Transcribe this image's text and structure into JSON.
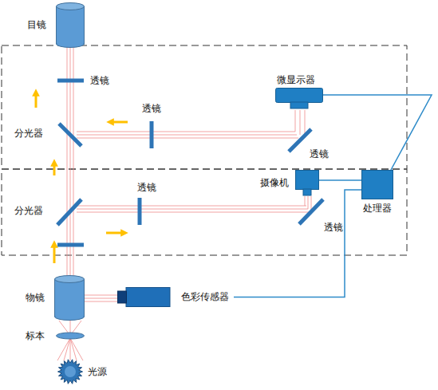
{
  "diagram": {
    "nodes": [
      {
        "text": [
          "目镜"
        ]
      },
      {
        "text": [
          "微显示器"
        ]
      },
      {
        "text": [
          "摄像机"
        ]
      },
      {
        "text": [
          "处理器"
        ]
      },
      {
        "text": [
          "物镜"
        ]
      },
      {
        "text": [
          "色彩传感器"
        ]
      },
      {
        "text": [
          "标本"
        ]
      },
      {
        "text": [
          "光源"
        ]
      }
    ],
    "edges": [
      {
        "from": 1,
        "to": 3,
        "arrow": "none"
      },
      {
        "from": 2,
        "to": 3,
        "arrow": "none"
      },
      {
        "from": 5,
        "to": 3,
        "arrow": "none"
      }
    ],
    "labels": [
      "透镜",
      "透镜",
      "分光器",
      "透镜",
      "透镜",
      "分光器",
      "透镜"
    ]
  }
}
